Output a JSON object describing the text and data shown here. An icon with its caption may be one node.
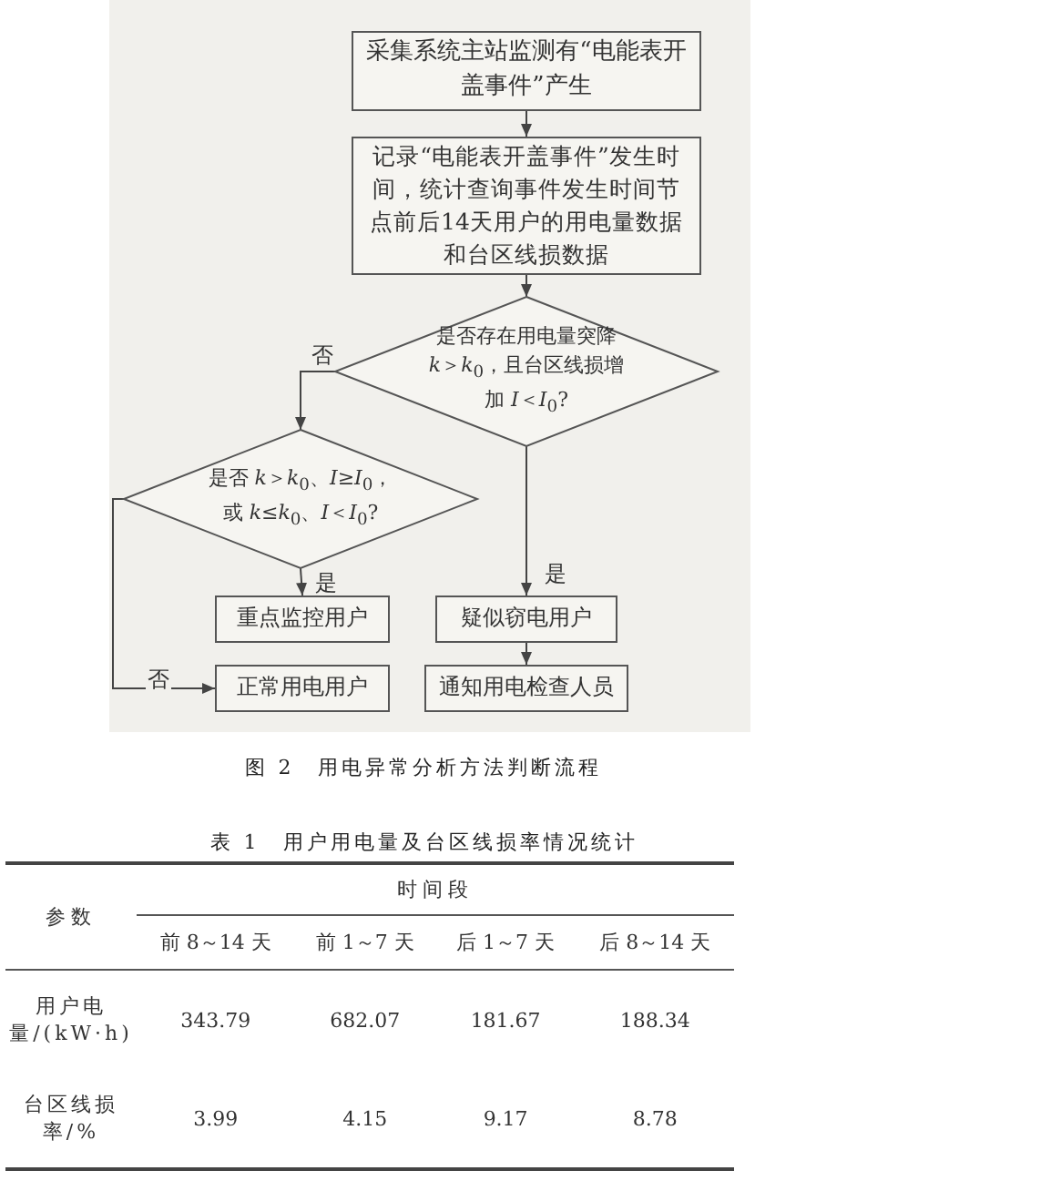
{
  "diagram": {
    "caption": "图 2　用电异常分析方法判断流程",
    "nodes": [
      {
        "text": [
          "采集系统主站监测有“电能表开盖事件”产生"
        ]
      },
      {
        "text": [
          "记录“电能表开盖事件”发生时间，统计查询事件发生时间节点前后14天用户的用电量数据和台区线损数据"
        ]
      },
      {
        "text": [
          "是否存在用电量突降 *k*＞*k*$_{0}$，且台区线损增加 *I*＜*I*$_{0}$?"
        ]
      },
      {
        "text": [
          "是否 *k*＞*k*$_{0}$、*I*≥*I*$_{0}$，或 *k*≤*k*$_{0}$、*I*＜*I*$_{0}$?"
        ]
      },
      {
        "text": [
          "重点监控用户"
        ]
      },
      {
        "text": [
          "疑似窃电用户"
        ]
      },
      {
        "text": [
          "正常用电用户"
        ]
      },
      {
        "text": [
          "通知用电检查人员"
        ]
      }
    ],
    "edges": [
      {
        "from": 0,
        "to": 1,
        "arrow": "to"
      },
      {
        "from": 1,
        "to": 2,
        "arrow": "to"
      },
      {
        "from": 2,
        "to": 3,
        "arrow": "to",
        "label": "否"
      },
      {
        "from": 2,
        "to": 5,
        "arrow": "to",
        "label": "是"
      },
      {
        "from": 3,
        "to": 4,
        "arrow": "to",
        "label": "是"
      },
      {
        "from": 3,
        "to": 6,
        "arrow": "to",
        "label": "否"
      },
      {
        "from": 5,
        "to": 7,
        "arrow": "to"
      }
    ],
    "labels": [
      "表 1　用户用电量及台区线损率情况统计",
      "参数",
      "时间段",
      "前 8～14 天",
      "前 1～7 天",
      "后 1～7 天",
      "后 8～14 天",
      "用户电量/(kW·h)",
      "343.79",
      "682.07",
      "181.67",
      "188.34",
      "台区线损率/%",
      "3.99",
      "4.15",
      "9.17",
      "8.78"
    ]
  }
}
